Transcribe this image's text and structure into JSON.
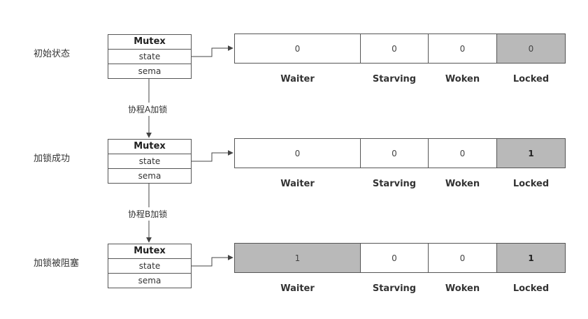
{
  "colors": {
    "set_bit": "#b9b9b9",
    "unset_bit": "#ffffff",
    "border": "#555555",
    "text": "#333333"
  },
  "states": [
    {
      "label": "初始状态",
      "mutex": {
        "title": "Mutex",
        "field1": "state",
        "field2": "sema"
      },
      "bits": [
        {
          "name": "Waiter",
          "value": "0",
          "set": false,
          "bold": false
        },
        {
          "name": "Starving",
          "value": "0",
          "set": false,
          "bold": false
        },
        {
          "name": "Woken",
          "value": "0",
          "set": false,
          "bold": false
        },
        {
          "name": "Locked",
          "value": "0",
          "set": true,
          "bold": false
        }
      ]
    },
    {
      "label": "加锁成功",
      "mutex": {
        "title": "Mutex",
        "field1": "state",
        "field2": "sema"
      },
      "bits": [
        {
          "name": "Waiter",
          "value": "0",
          "set": false,
          "bold": false
        },
        {
          "name": "Starving",
          "value": "0",
          "set": false,
          "bold": false
        },
        {
          "name": "Woken",
          "value": "0",
          "set": false,
          "bold": false
        },
        {
          "name": "Locked",
          "value": "1",
          "set": true,
          "bold": true
        }
      ]
    },
    {
      "label": "加锁被阻塞",
      "mutex": {
        "title": "Mutex",
        "field1": "state",
        "field2": "sema"
      },
      "bits": [
        {
          "name": "Waiter",
          "value": "1",
          "set": true,
          "bold": false
        },
        {
          "name": "Starving",
          "value": "0",
          "set": false,
          "bold": false
        },
        {
          "name": "Woken",
          "value": "0",
          "set": false,
          "bold": false
        },
        {
          "name": "Locked",
          "value": "1",
          "set": true,
          "bold": true
        }
      ]
    }
  ],
  "transitions": [
    "协程A加锁",
    "协程B加锁"
  ]
}
